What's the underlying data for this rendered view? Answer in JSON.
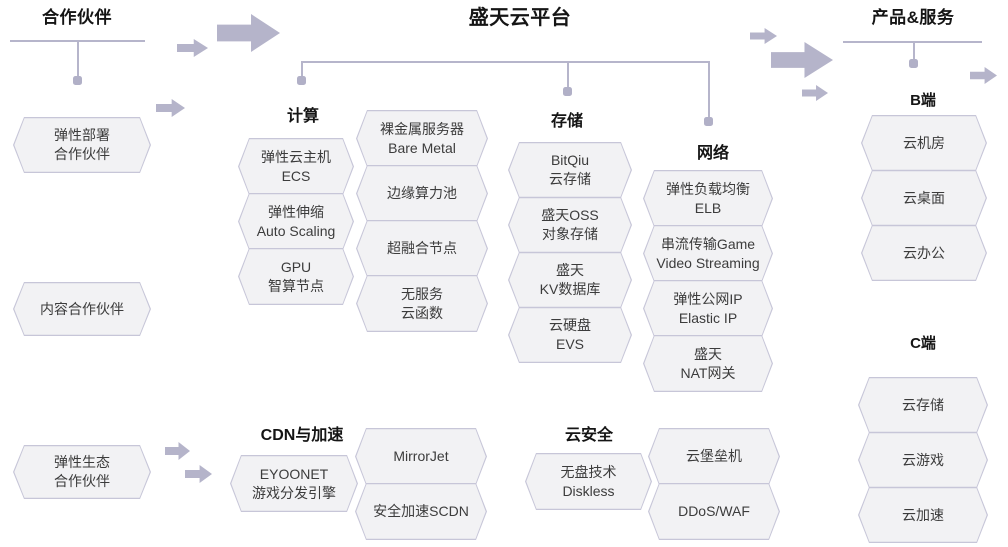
{
  "colors": {
    "hex_fill": "#f2f2f4",
    "hex_border": "#c7c6d8",
    "line": "#b6b5cb",
    "dot": "#b1b0c7",
    "arrow": "#b5b4ca",
    "title_text": "#151515",
    "node_text": "#3c3c3c"
  },
  "left": {
    "title": "合作伙伴",
    "partners": [
      {
        "lines": [
          "弹性部署",
          "合作伙伴"
        ]
      },
      {
        "lines": [
          "内容合作伙伴"
        ]
      },
      {
        "lines": [
          "弹性生态",
          "合作伙伴"
        ]
      }
    ]
  },
  "platform": {
    "title": "盛天云平台",
    "compute": {
      "label": "计算",
      "items": [
        {
          "lines": [
            "弹性云主机",
            "ECS"
          ]
        },
        {
          "lines": [
            "弹性伸缩",
            "Auto Scaling"
          ]
        },
        {
          "lines": [
            "GPU",
            "智算节点"
          ]
        },
        {
          "lines": [
            "裸金属服务器",
            "Bare Metal"
          ]
        },
        {
          "lines": [
            "边缘算力池"
          ]
        },
        {
          "lines": [
            "超融合节点"
          ]
        },
        {
          "lines": [
            "无服务",
            "云函数"
          ]
        }
      ]
    },
    "storage": {
      "label": "存储",
      "items": [
        {
          "lines": [
            "BitQiu",
            "云存储"
          ]
        },
        {
          "lines": [
            "盛天OSS",
            "对象存储"
          ]
        },
        {
          "lines": [
            "盛天",
            "KV数据库"
          ]
        },
        {
          "lines": [
            "云硬盘",
            "EVS"
          ]
        }
      ]
    },
    "network": {
      "label": "网络",
      "items": [
        {
          "lines": [
            "弹性负载均衡",
            "ELB"
          ]
        },
        {
          "lines": [
            "串流传输Game",
            "Video Streaming"
          ]
        },
        {
          "lines": [
            "弹性公网IP",
            "Elastic IP"
          ]
        },
        {
          "lines": [
            "盛天",
            "NAT网关"
          ]
        }
      ]
    },
    "cdn": {
      "label": "CDN与加速",
      "items": [
        {
          "lines": [
            "EYOONET",
            "游戏分发引擎"
          ]
        },
        {
          "lines": [
            "MirrorJet"
          ]
        },
        {
          "lines": [
            "安全加速SCDN"
          ]
        }
      ]
    },
    "security": {
      "label": "云安全",
      "items": [
        {
          "lines": [
            "无盘技术",
            "Diskless"
          ]
        },
        {
          "lines": [
            "云堡垒机"
          ]
        },
        {
          "lines": [
            "DDoS/WAF"
          ]
        }
      ]
    }
  },
  "products": {
    "title": "产品&服务",
    "b_side": {
      "label": "B端",
      "items": [
        {
          "lines": [
            "云机房"
          ]
        },
        {
          "lines": [
            "云桌面"
          ]
        },
        {
          "lines": [
            "云办公"
          ]
        }
      ]
    },
    "c_side": {
      "label": "C端",
      "items": [
        {
          "lines": [
            "云存储"
          ]
        },
        {
          "lines": [
            "云游戏"
          ]
        },
        {
          "lines": [
            "云加速"
          ]
        }
      ]
    }
  }
}
